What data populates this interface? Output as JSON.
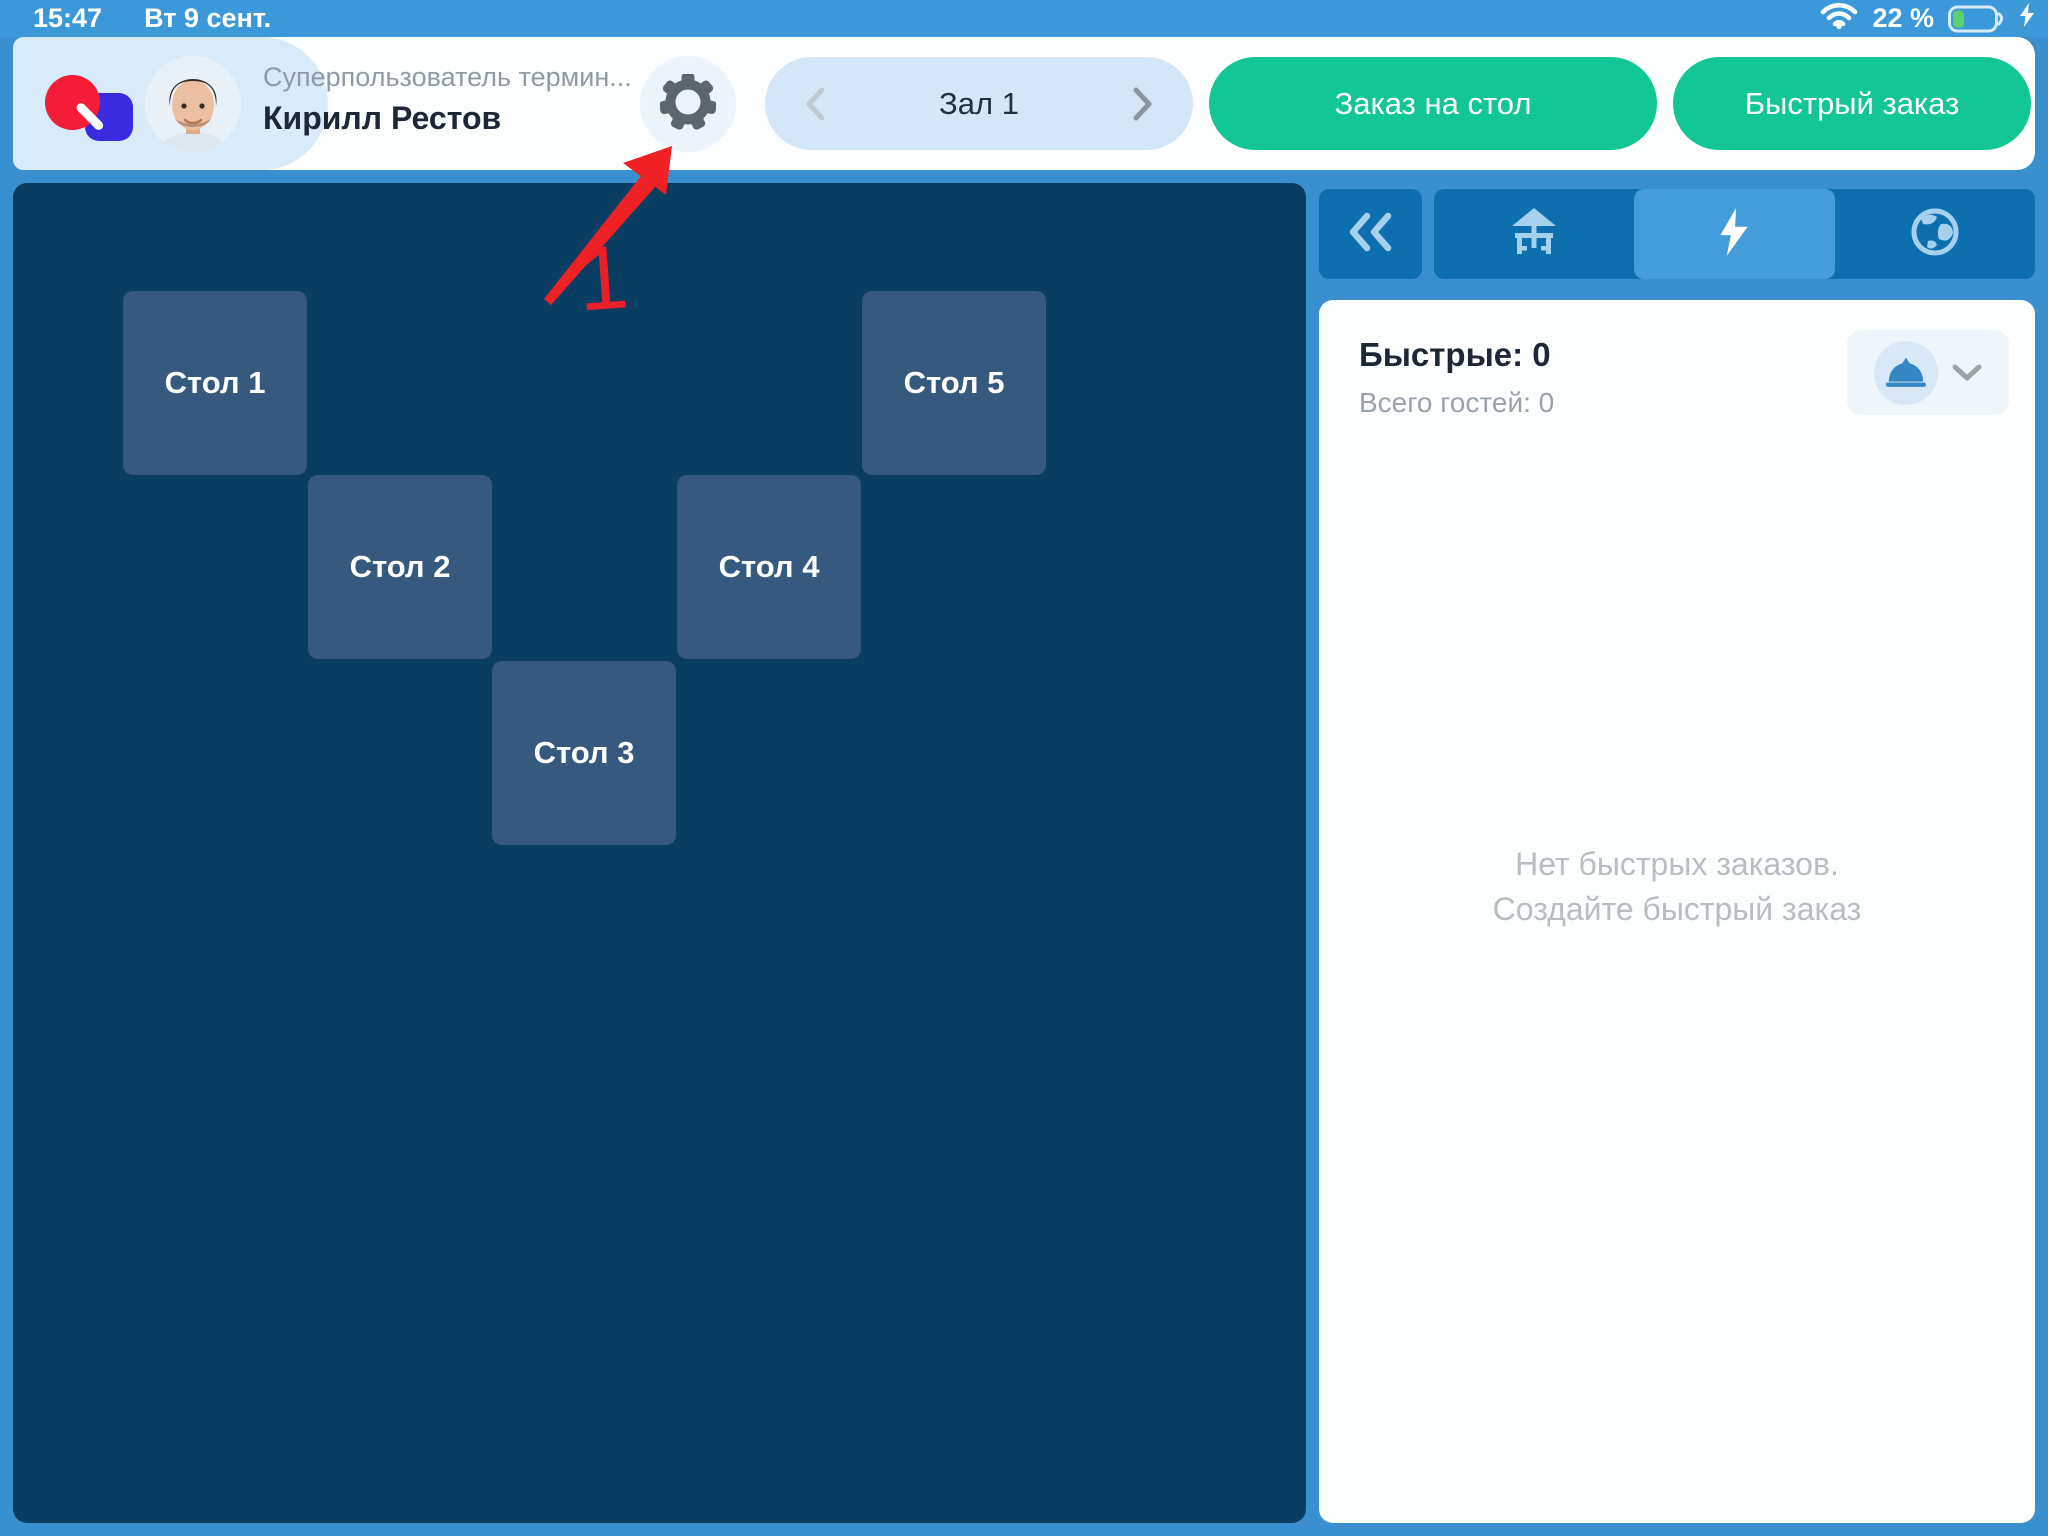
{
  "status_bar": {
    "time": "15:47",
    "date": "Вт 9 сент.",
    "battery_percent": "22 %"
  },
  "header": {
    "user_role": "Суперпользователь термин...",
    "user_name": "Кирилл Рестов",
    "hall_label": "Зал 1",
    "order_on_table_button": "Заказ на стол",
    "quick_order_button": "Быстрый заказ"
  },
  "annotation": {
    "step_number": "1"
  },
  "floor": {
    "tables": [
      {
        "label": "Стол 1"
      },
      {
        "label": "Стол 2"
      },
      {
        "label": "Стол 3"
      },
      {
        "label": "Стол 4"
      },
      {
        "label": "Стол 5"
      }
    ]
  },
  "right_panel": {
    "quick_orders_title": "Быстрые: 0",
    "total_guests": "Всего гостей: 0",
    "empty_state_line1": "Нет быстрых заказов.",
    "empty_state_line2": "Создайте быстрый заказ",
    "tabs": [
      {
        "icon": "terrace-tables-icon",
        "selected": false
      },
      {
        "icon": "lightning-icon",
        "selected": true
      },
      {
        "icon": "globe-icon",
        "selected": false
      }
    ]
  },
  "colors": {
    "accent_green": "#12c795",
    "accent_blue": "#3b98d9",
    "floor_navy": "#093e62",
    "table_blue": "#365a7f",
    "annotation_red": "#ef2125"
  }
}
